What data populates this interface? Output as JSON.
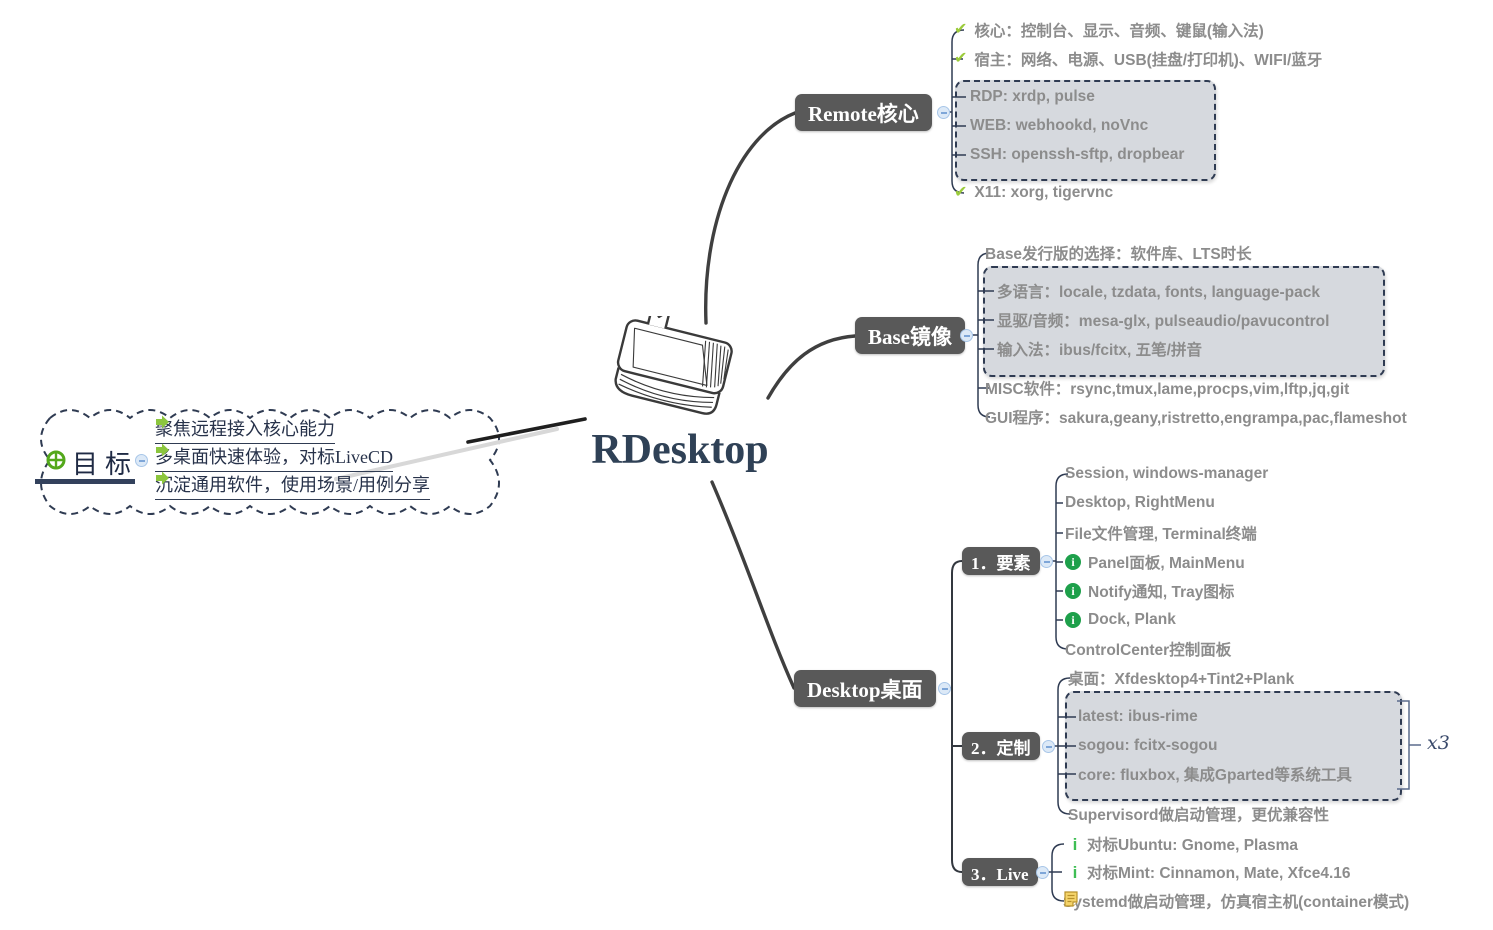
{
  "central": {
    "title": "RDesktop"
  },
  "goal": {
    "title": "目标",
    "items": [
      "聚焦远程接入核心能力",
      "多桌面快速体验，对标LiveCD",
      "沉淀通用软件，使用场景/用例分享"
    ]
  },
  "remote": {
    "label": "Remote核心",
    "checked": [
      "核心：控制台、显示、音频、键鼠(输入法)",
      "宿主：网络、电源、USB(挂盘/打印机)、WIFI/蓝牙"
    ],
    "boxed": [
      "RDP: xrdp, pulse",
      "WEB: webhookd, noVnc",
      "SSH: openssh-sftp, dropbear"
    ],
    "tail": "X11: xorg, tigervnc"
  },
  "base": {
    "label": "Base镜像",
    "head": "Base发行版的选择：软件库、LTS时长",
    "boxed": [
      "多语言：locale, tzdata, fonts, language-pack",
      "显驱/音频：mesa-glx, pulseaudio/pavucontrol",
      "输入法：ibus/fcitx, 五笔/拼音"
    ],
    "tail": [
      "MISC软件：rsync,tmux,lame,procps,vim,lftp,jq,git",
      "GUI程序：sakura,geany,ristretto,engrampa,pac,flameshot"
    ]
  },
  "desktop": {
    "label": "Desktop桌面",
    "elements": {
      "label": "1．要素",
      "plain": [
        "Session, windows-manager",
        "Desktop, RightMenu",
        "File文件管理, Terminal终端"
      ],
      "info": [
        "Panel面板, MainMenu",
        "Notify通知, Tray图标",
        "Dock, Plank"
      ],
      "tail": "ControlCenter控制面板"
    },
    "custom": {
      "label": "2．定制",
      "head": "桌面：Xfdesktop4+Tint2+Plank",
      "boxed": [
        "latest: ibus-rime",
        "sogou: fcitx-sogou",
        "core: fluxbox, 集成Gparted等系统工具"
      ],
      "multiplier": "x3",
      "tail": "Supervisord做启动管理，更优兼容性"
    },
    "live": {
      "label": "3．Live",
      "flagged": [
        "对标Ubuntu: Gnome, Plasma",
        "对标Mint: Cinnamon, Mate, Xfce4.16"
      ],
      "tail": "Systemd做启动管理，仿真宿主机(container模式)"
    }
  },
  "icons": {
    "check": "✔",
    "info": "i",
    "flag": "i",
    "collapse": "−"
  },
  "colors": {
    "node_bg": "#595959",
    "branch_line": "#3F3F3F",
    "child_line": "#2F3B52",
    "green_accent": "#8CC63E",
    "info_green": "#1EA04B",
    "box_fill": "#D6D9DE",
    "navy": "#2F3B52",
    "title_navy": "#2F4156",
    "gray_text": "#8C8C8C"
  }
}
